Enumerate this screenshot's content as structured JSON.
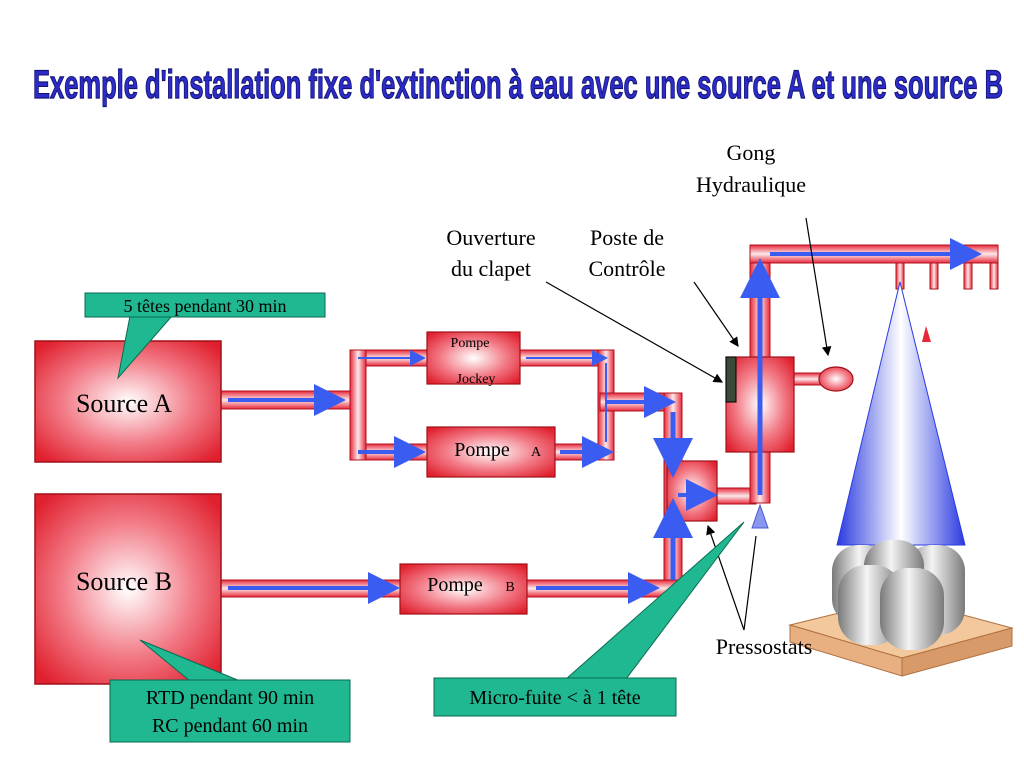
{
  "title": "Exemple d'installation fixe d'extinction à eau avec une source A et une source B",
  "sources": {
    "a": "Source A",
    "b": "Source B"
  },
  "pumps": {
    "jockey_line1": "Pompe",
    "jockey_line2": "Jockey",
    "a_main": "Pompe",
    "a_suffix": "A",
    "b_main": "Pompe",
    "b_suffix": "B"
  },
  "labels": {
    "gong_line1": "Gong",
    "gong_line2": "Hydraulique",
    "ouverture_line1": "Ouverture",
    "ouverture_line2": "du clapet",
    "poste_line1": "Poste de",
    "poste_line2": "Contrôle",
    "pressostats": "Pressostats"
  },
  "callouts": {
    "source_a": "5 têtes pendant 30 min",
    "source_b_line1": "RTD pendant 90 min",
    "source_b_line2": "RC pendant 60 min",
    "micro_fuite": "Micro-fuite < à 1 tête"
  },
  "colors": {
    "title": "#2c2cc8",
    "pipe_red": "#e8283a",
    "flow_blue": "#3a5cf0",
    "callout_green": "#1fb890",
    "spray_blue": "#5a6ef0",
    "crate": "#f0c8a0"
  }
}
